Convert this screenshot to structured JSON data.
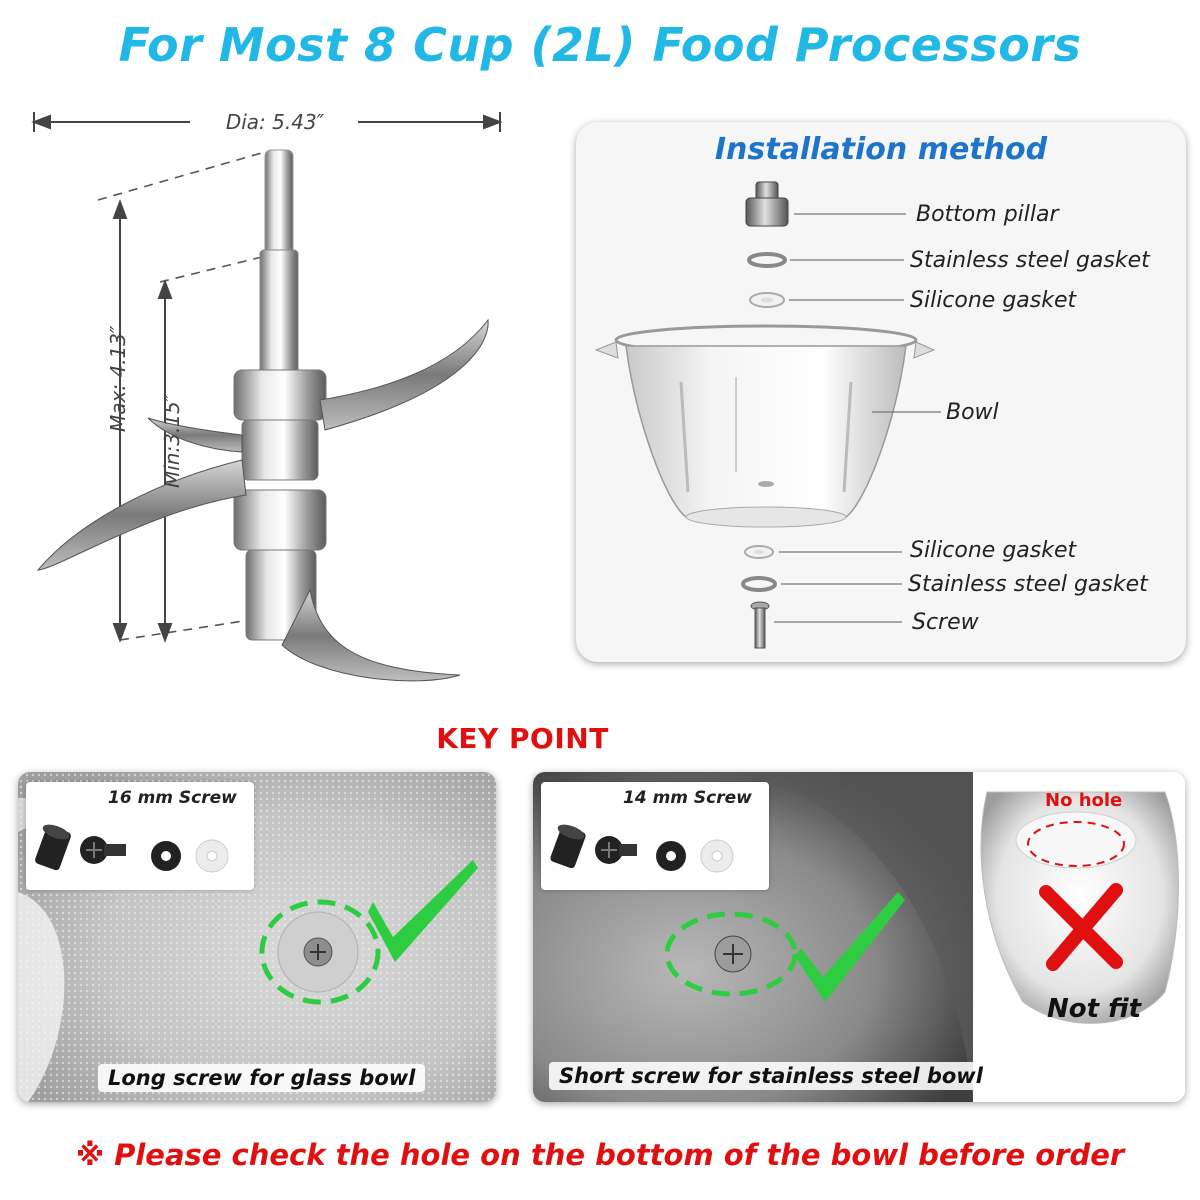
{
  "header": {
    "title": "For Most 8 Cup (2L) Food Processors"
  },
  "blade": {
    "diameter_label": "Dia: 5.43″",
    "max_label": "Max: 4.13″",
    "min_label": "Min:3.15″"
  },
  "installation": {
    "title": "Installation method",
    "parts": [
      {
        "label": "Bottom pillar"
      },
      {
        "label": "Stainless steel gasket"
      },
      {
        "label": "Silicone gasket"
      },
      {
        "label": "Bowl"
      },
      {
        "label": "Silicone gasket"
      },
      {
        "label": "Stainless steel gasket"
      },
      {
        "label": "Screw"
      }
    ]
  },
  "key_point": {
    "title": "KEY POINT"
  },
  "glass_card": {
    "inset_label": "16 mm Screw",
    "caption": "Long screw for glass bowl",
    "check_icon": "check-icon"
  },
  "steel_card": {
    "inset_label": "14 mm Screw",
    "caption": "Short screw for stainless steel bowl",
    "check_icon": "check-icon"
  },
  "nofit": {
    "no_hole_label": "No hole",
    "not_fit_label": "Not fit",
    "cross_icon": "cross-icon"
  },
  "footer": {
    "notice": "※ Please check the hole on the bottom of the bowl before order"
  },
  "colors": {
    "title_blue": "#22b8e6",
    "install_blue": "#1e74c9",
    "alert_red": "#e01010",
    "check_green": "#2ecc40"
  }
}
